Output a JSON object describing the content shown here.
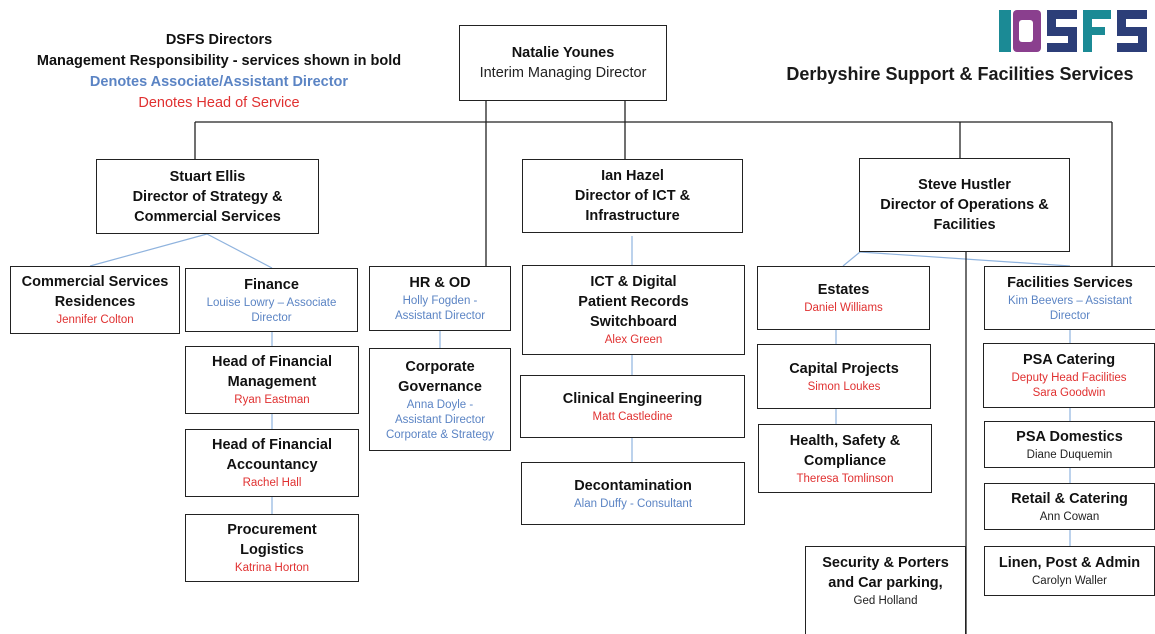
{
  "legend": {
    "line1": "DSFS Directors",
    "line2": "Management Responsibility - services shown in bold",
    "line3": "Denotes Associate/Assistant Director",
    "line4": "Denotes Head of Service"
  },
  "logo": {
    "letters": [
      "D",
      "S",
      "F",
      "S"
    ],
    "colors": {
      "teal": "#1b8a95",
      "purple": "#8a3f8e",
      "navy": "#2c3e78"
    }
  },
  "brand": {
    "name": "Derbyshire Support & Facilities Services"
  },
  "colors": {
    "associate": "#5b84c4",
    "head": "#e03131"
  },
  "md": {
    "name": "Natalie Younes",
    "role": "Interim Managing Director"
  },
  "directors": {
    "strategy": {
      "name": "Stuart Ellis",
      "role_line1": "Director of Strategy &",
      "role_line2": "Commercial Services"
    },
    "ict": {
      "name": "Ian Hazel",
      "role_line1": "Director of ICT &",
      "role_line2": "Infrastructure"
    },
    "ops": {
      "name": "Steve Hustler",
      "role_line1": "Director of Operations &",
      "role_line2": "Facilities"
    }
  },
  "units": {
    "commercial": {
      "t1": "Commercial Services",
      "t2": "Residences",
      "person": "Jennifer Colton"
    },
    "finance": {
      "t1": "Finance",
      "p1": "Louise Lowry – Associate",
      "p2": "Director"
    },
    "hfm": {
      "t1": "Head of Financial",
      "t2": "Management",
      "person": "Ryan Eastman"
    },
    "hfa": {
      "t1": "Head of Financial",
      "t2": "Accountancy",
      "person": "Rachel Hall"
    },
    "procurement": {
      "t1": "Procurement",
      "t2": "Logistics",
      "person": "Katrina Horton"
    },
    "hr": {
      "t1": "HR & OD",
      "p1": "Holly Fogden -",
      "p2": "Assistant Director"
    },
    "governance": {
      "t1": "Corporate",
      "t2": "Governance",
      "p1": "Anna Doyle -",
      "p2": "Assistant Director",
      "p3": "Corporate & Strategy"
    },
    "ict_digital": {
      "t1": "ICT & Digital",
      "t2": "Patient Records",
      "t3": "Switchboard",
      "person": "Alex Green"
    },
    "clinical": {
      "t1": "Clinical Engineering",
      "person": "Matt Castledine"
    },
    "decon": {
      "t1": "Decontamination",
      "person": "Alan Duffy - Consultant"
    },
    "estates": {
      "t1": "Estates",
      "person": "Daniel Williams"
    },
    "capital": {
      "t1": "Capital Projects",
      "person": "Simon Loukes"
    },
    "hs": {
      "t1": "Health, Safety &",
      "t2": "Compliance",
      "person": "Theresa Tomlinson"
    },
    "security": {
      "t1": "Security & Porters",
      "t2": "and Car parking,",
      "person": "Ged Holland"
    },
    "facilities": {
      "t1": "Facilities Services",
      "p1": "Kim Beevers – Assistant",
      "p2": "Director"
    },
    "psa_catering": {
      "t1": "PSA Catering",
      "p1": "Deputy Head Facilities",
      "p2": "Sara Goodwin"
    },
    "psa_domestics": {
      "t1": "PSA Domestics",
      "person": "Diane Duquemin"
    },
    "retail": {
      "t1": "Retail & Catering",
      "person": "Ann Cowan"
    },
    "linen": {
      "t1": "Linen, Post & Admin",
      "person": "Carolyn Waller"
    }
  }
}
